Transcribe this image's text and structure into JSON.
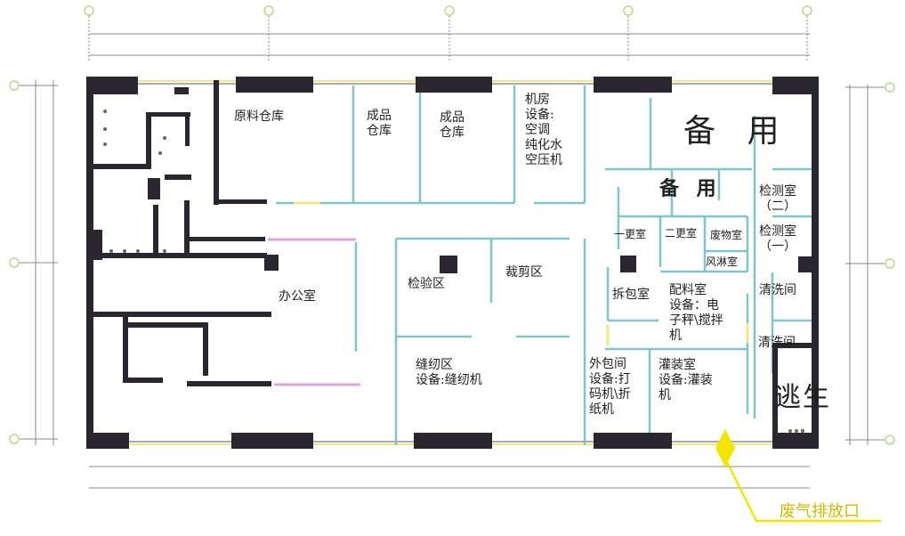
{
  "title": "厂房平面布置图",
  "colors": {
    "wall": "#2b2530",
    "partition": "#7fc4c8",
    "window": "#f0e68c",
    "exhaust": "#f2e400",
    "grid": "#b5d88a"
  },
  "rooms": {
    "raw_store": "原料仓库",
    "finished_store_1": "成品\n仓库",
    "finished_store_2": "成品\n仓库",
    "machine_room": "机房\n设备:\n空调\n纯化水\n空压机",
    "spare_big": "备 用",
    "spare_small": "备 用",
    "test_room_2": "检测室\n（二）",
    "test_room_1": "检测室\n（一）",
    "change_1": "一更室",
    "change_2": "二更室",
    "waste_room": "废物室",
    "air_shower": "风淋室",
    "inspection": "检验区",
    "cutting": "裁剪区",
    "office": "办公室",
    "unpacking": "拆包室",
    "batching": "配料室\n设备：电\n子秤\\搅拌\n机",
    "washing_1": "清洗间",
    "washing_2": "清洗间",
    "sewing": "缝纫区\n设备:缝纫机",
    "outer_packing": "外包间\n设备:打\n码机\\折\n纸机",
    "filling": "灌装室\n设备:灌装\n机",
    "escape": "逃生"
  },
  "annotations": {
    "exhaust_outlet": "废气排放口"
  }
}
